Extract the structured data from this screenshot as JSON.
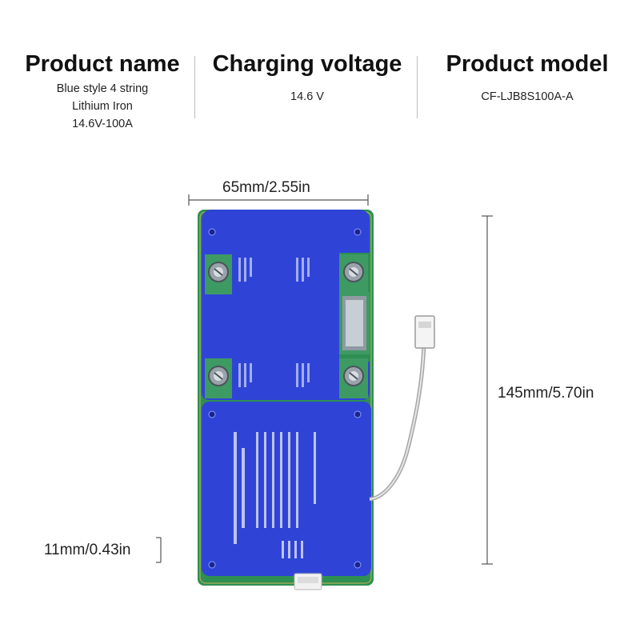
{
  "specs": {
    "product_name": {
      "title": "Product name",
      "lines": [
        "Blue style 4 string",
        "Lithium Iron",
        "14.6V-100A"
      ]
    },
    "charging_voltage": {
      "title": "Charging voltage",
      "value": "14.6 V"
    },
    "product_model": {
      "title": "Product model",
      "value": "CF-LJB8S100A-A"
    }
  },
  "dimensions": {
    "width": "65mm/2.55in",
    "length": "145mm/5.70in",
    "thickness": "11mm/0.43in"
  },
  "colors": {
    "cover_blue": "#2f44d6",
    "pcb_green": "#2e8f52"
  }
}
